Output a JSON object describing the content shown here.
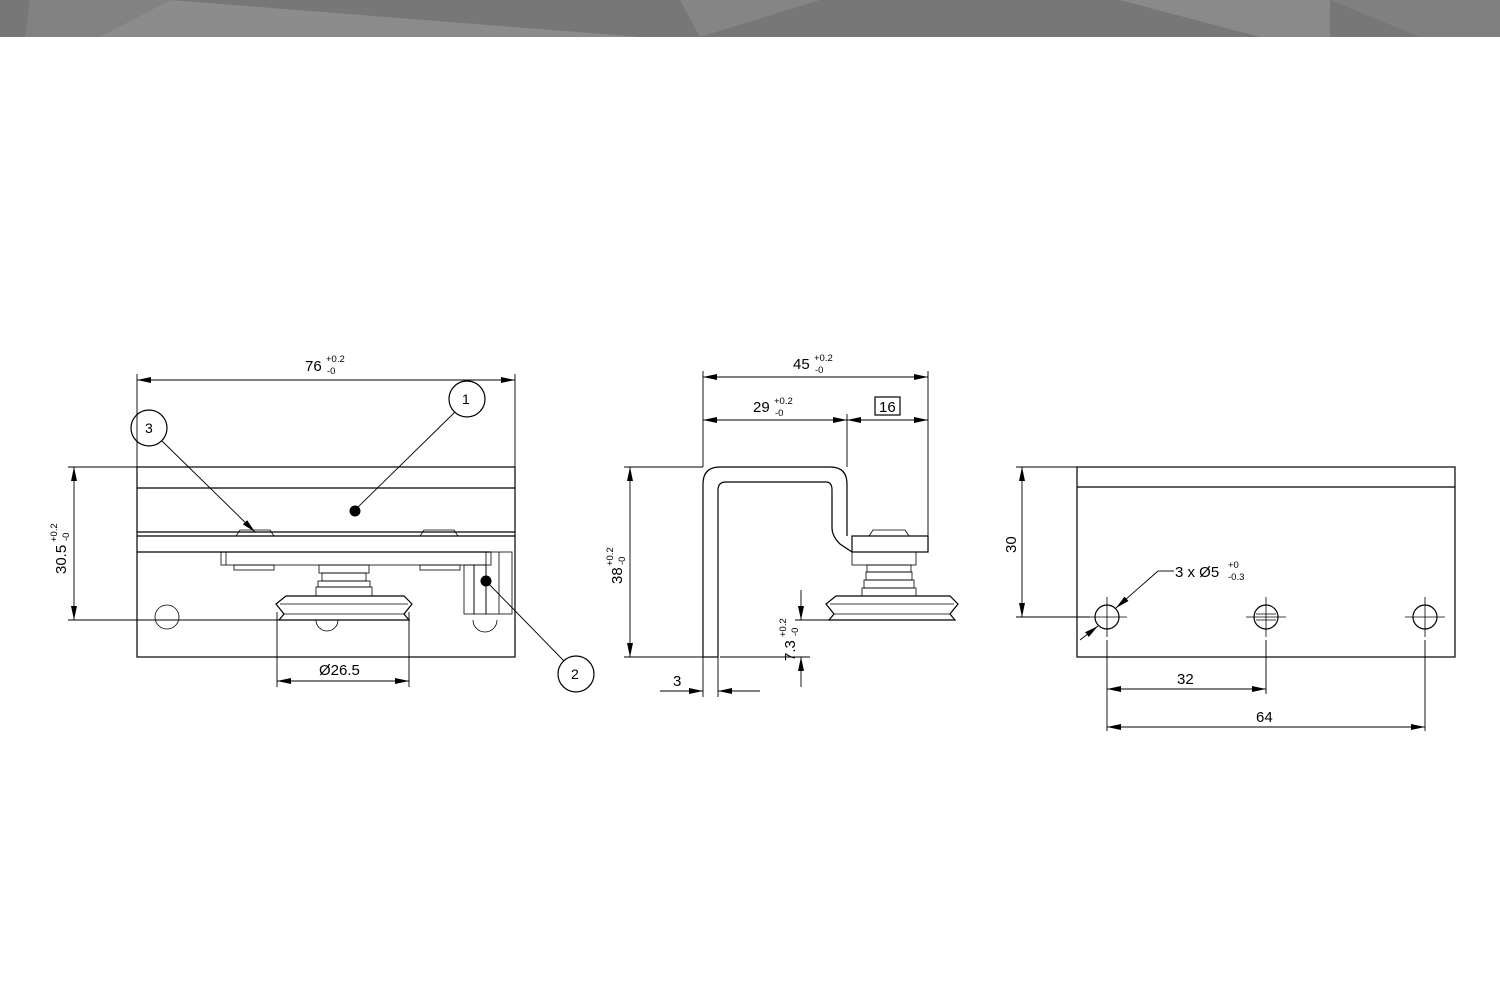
{
  "colors": {
    "banner": "#7a7a7a",
    "banner_light": "#8e8e8e",
    "ink": "#000000"
  },
  "front_view": {
    "width_dim": {
      "value": "76",
      "tol_upper": "+0.2",
      "tol_lower": "-0"
    },
    "height_dim": {
      "value": "30.5",
      "tol_upper": "+0.2",
      "tol_lower": "-0"
    },
    "wheel_dim": {
      "value": "Ø26.5"
    },
    "callouts": [
      "1",
      "2",
      "3"
    ]
  },
  "side_view": {
    "total_width_dim": {
      "value": "45",
      "tol_upper": "+0.2",
      "tol_lower": "-0"
    },
    "inner_width_dim": {
      "value": "29",
      "tol_upper": "+0.2",
      "tol_lower": "-0"
    },
    "box_dim": {
      "value": "16"
    },
    "height_dim": {
      "value": "38",
      "tol_upper": "+0.2",
      "tol_lower": "-0"
    },
    "thickness_dim": {
      "value": "3"
    },
    "offset_dim": {
      "value": "7.3",
      "tol_upper": "+0.2",
      "tol_lower": "-0"
    }
  },
  "hole_view": {
    "height_dim": {
      "value": "30"
    },
    "holes_dim": {
      "value": "3 x Ø5",
      "tol_upper": "+0",
      "tol_lower": "-0.3"
    },
    "pitch_dim": {
      "value": "32"
    },
    "span_dim": {
      "value": "64"
    }
  }
}
